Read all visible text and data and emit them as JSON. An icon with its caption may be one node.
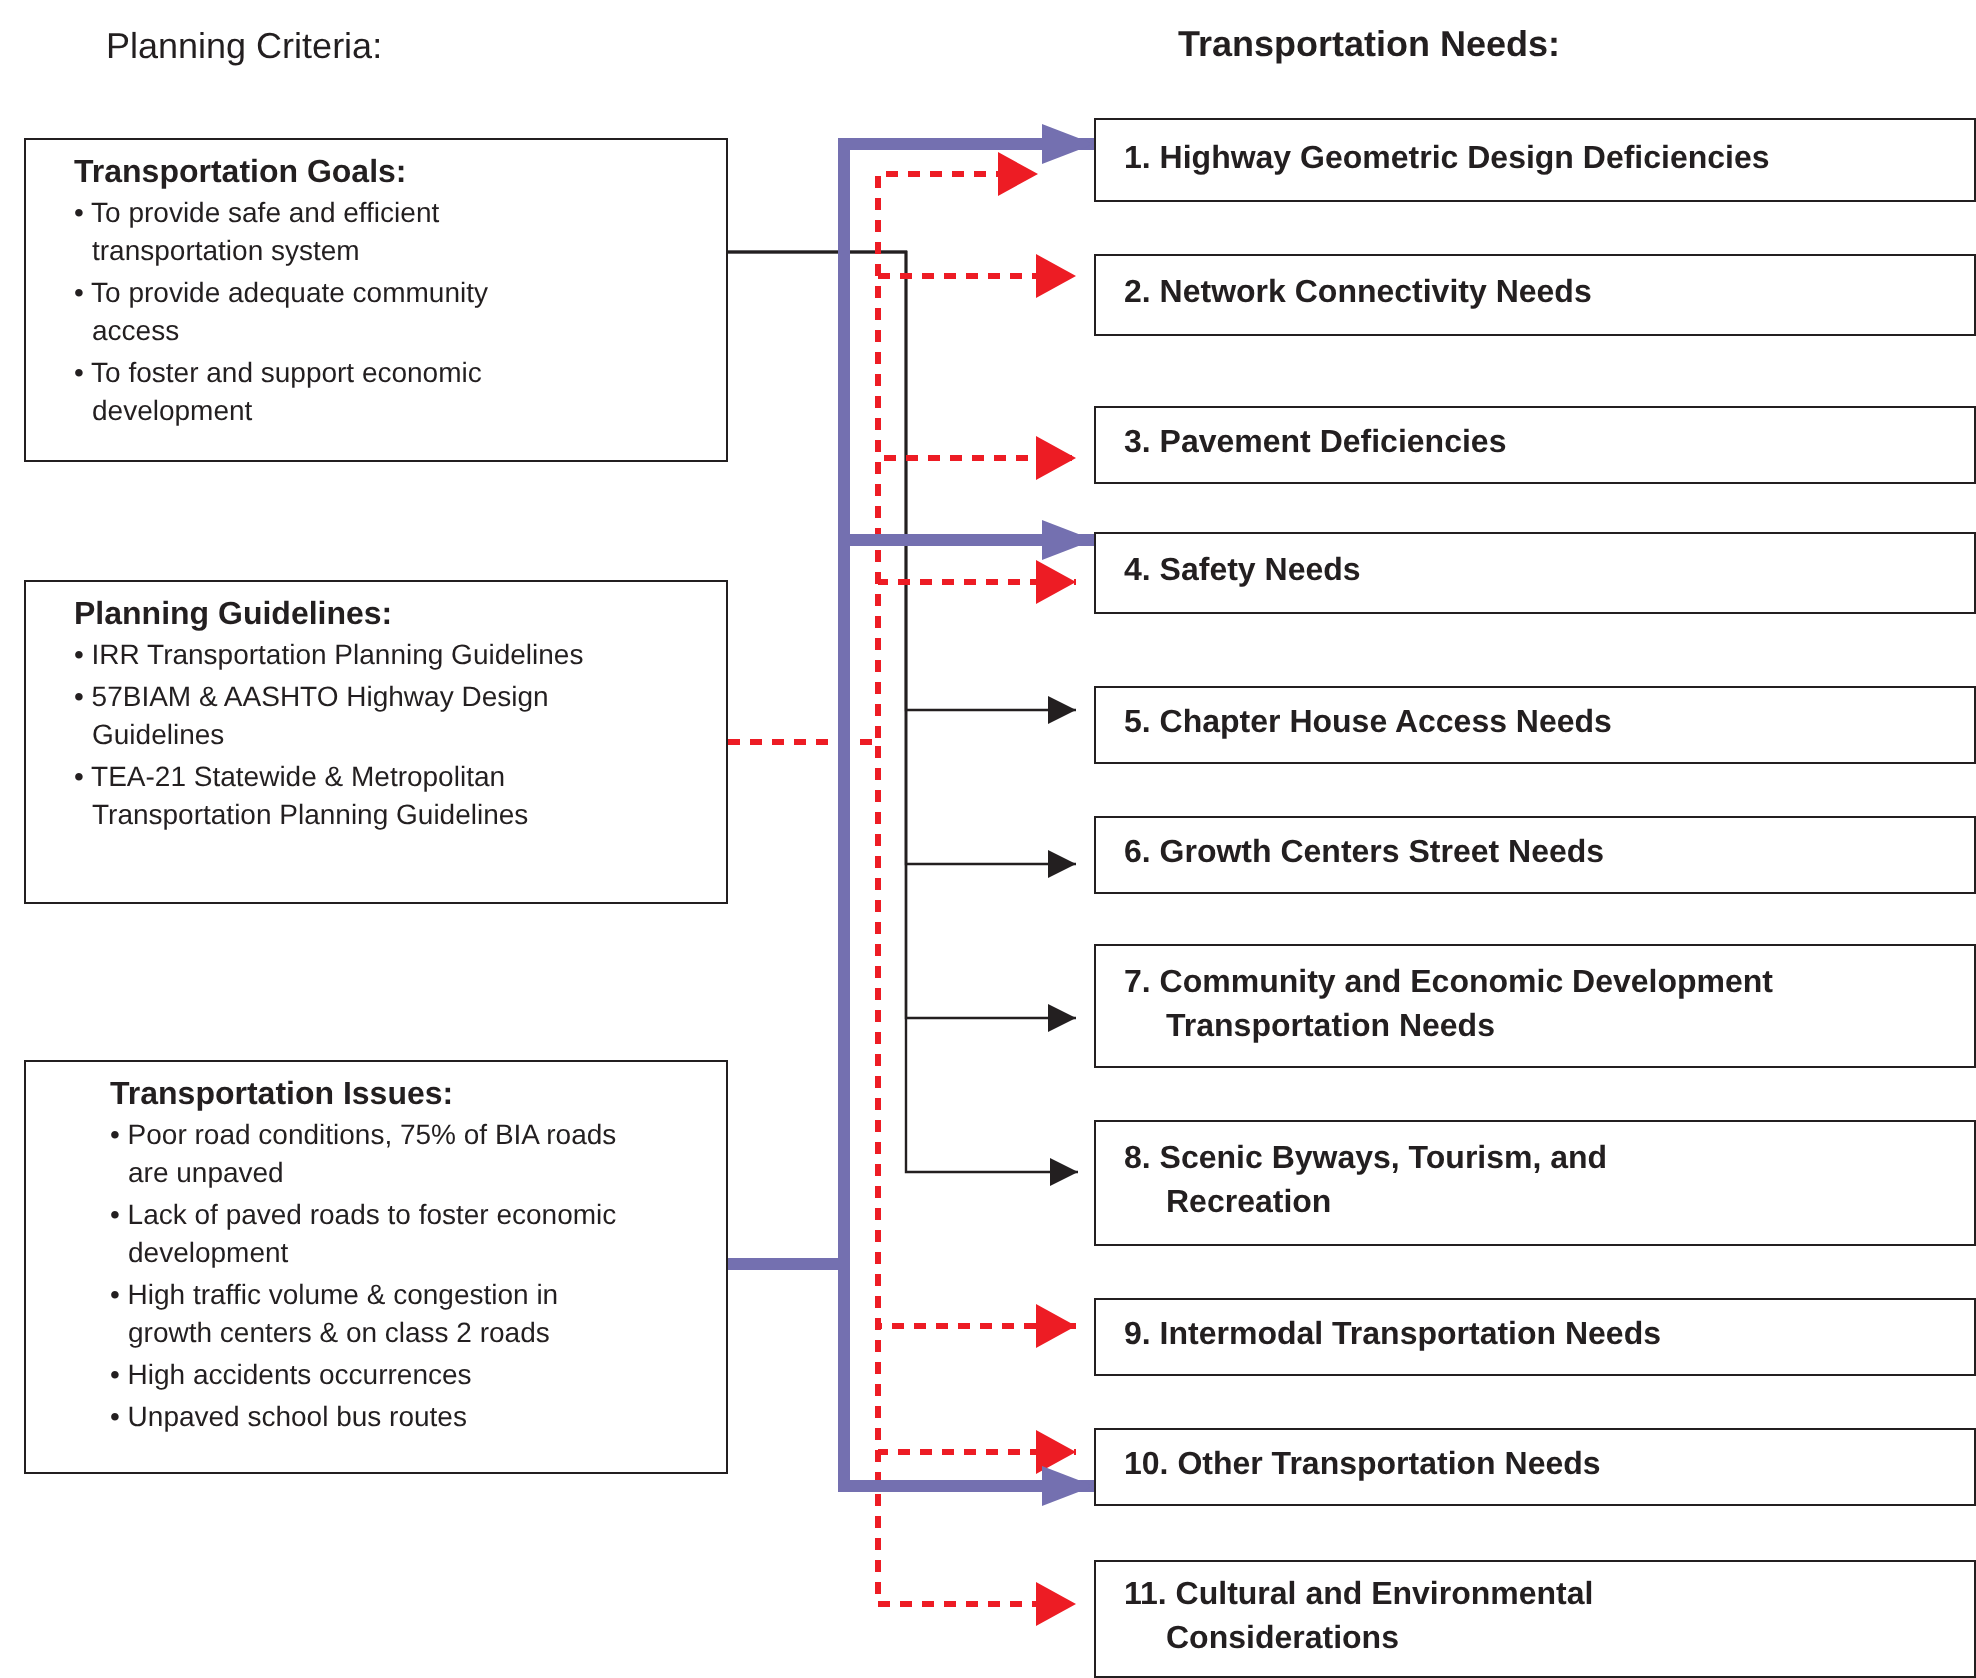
{
  "diagram": {
    "title": "Transportation Needs:",
    "nodes": [
      {
        "text": [
          "Transportation Goals:",
          "• To provide safe and efficient transportation system",
          "• To provide adequate community access",
          "• To foster and support economic development"
        ]
      },
      {
        "text": [
          "Planning Guidelines:",
          "• IRR Transportation Planning Guidelines",
          "• 57BIAM & AASHTO Highway Design Guidelines",
          "• TEA-21 Statewide & Metropolitan Transportation Planning Guidelines"
        ]
      },
      {
        "text": [
          "Transportation Issues:",
          "• Poor road conditions, 75% of BIA roads are unpaved",
          "• Lack of paved roads to foster economic development",
          "• High traffic volume & congestion in growth centers & on class 2 roads",
          "• High accidents occurrences",
          "• Unpaved school bus routes"
        ]
      },
      {
        "text": [
          "1. Highway Geometric Design Deficiencies"
        ]
      },
      {
        "text": [
          "2. Network Connectivity Needs"
        ]
      },
      {
        "text": [
          "3. Pavement Deficiencies"
        ]
      },
      {
        "text": [
          "4. Safety Needs"
        ]
      },
      {
        "text": [
          "5. Chapter House Access Needs"
        ]
      },
      {
        "text": [
          "6. Growth Centers Street Needs"
        ]
      },
      {
        "text": [
          "7. Community and Economic Development Transportation Needs"
        ]
      },
      {
        "text": [
          "8. Scenic Byways, Tourism, and Recreation"
        ]
      },
      {
        "text": [
          "9. Intermodal Transportation Needs"
        ]
      },
      {
        "text": [
          "10. Other Transportation Needs"
        ]
      },
      {
        "text": [
          "11. Cultural and Environmental Considerations"
        ]
      }
    ],
    "edges": [
      {
        "from": 0,
        "to": 7,
        "arrow": "to",
        "color": "#231f20"
      },
      {
        "from": 0,
        "to": 8,
        "arrow": "to",
        "color": "#231f20"
      },
      {
        "from": 0,
        "to": 9,
        "arrow": "to",
        "color": "#231f20"
      },
      {
        "from": 0,
        "to": 10,
        "arrow": "to",
        "color": "#231f20"
      },
      {
        "from": 1,
        "to": 3,
        "arrow": "to",
        "style": "dashed"
      },
      {
        "from": 1,
        "to": 4,
        "arrow": "to",
        "style": "dashed"
      },
      {
        "from": 1,
        "to": 5,
        "arrow": "to",
        "style": "dashed"
      },
      {
        "from": 1,
        "to": 6,
        "arrow": "to",
        "style": "dashed"
      },
      {
        "from": 1,
        "to": 11,
        "arrow": "to",
        "style": "dashed"
      },
      {
        "from": 1,
        "to": 12,
        "arrow": "to",
        "style": "dashed"
      },
      {
        "from": 1,
        "to": 13,
        "arrow": "to",
        "style": "dashed"
      },
      {
        "from": 2,
        "to": 3,
        "arrow": "to",
        "style": "thick",
        "color": "#7470b0"
      },
      {
        "from": 2,
        "to": 6,
        "arrow": "to",
        "style": "thick",
        "color": "#7470b0"
      },
      {
        "from": 2,
        "to": 12,
        "arrow": "to",
        "style": "thick",
        "color": "#7470b0"
      }
    ],
    "labels": [
      "Planning Criteria:"
    ]
  }
}
